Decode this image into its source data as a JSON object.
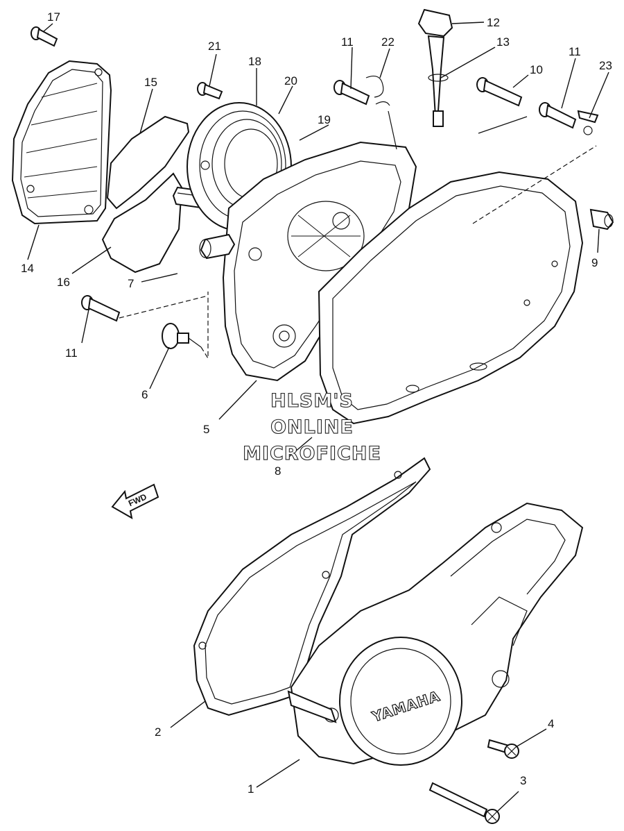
{
  "callouts": [
    {
      "id": "c1",
      "text": "1"
    },
    {
      "id": "c2",
      "text": "2"
    },
    {
      "id": "c3",
      "text": "3"
    },
    {
      "id": "c4",
      "text": "4"
    },
    {
      "id": "c5",
      "text": "5"
    },
    {
      "id": "c6",
      "text": "6"
    },
    {
      "id": "c7",
      "text": "7"
    },
    {
      "id": "c8",
      "text": "8"
    },
    {
      "id": "c9",
      "text": "9"
    },
    {
      "id": "c10",
      "text": "10"
    },
    {
      "id": "c11a",
      "text": "11"
    },
    {
      "id": "c11b",
      "text": "11"
    },
    {
      "id": "c11c",
      "text": "11"
    },
    {
      "id": "c12",
      "text": "12"
    },
    {
      "id": "c13",
      "text": "13"
    },
    {
      "id": "c14",
      "text": "14"
    },
    {
      "id": "c15",
      "text": "15"
    },
    {
      "id": "c16",
      "text": "16"
    },
    {
      "id": "c17",
      "text": "17"
    },
    {
      "id": "c18",
      "text": "18"
    },
    {
      "id": "c19",
      "text": "19"
    },
    {
      "id": "c20",
      "text": "20"
    },
    {
      "id": "c21",
      "text": "21"
    },
    {
      "id": "c22",
      "text": "22"
    },
    {
      "id": "c23",
      "text": "23"
    }
  ],
  "watermark": {
    "line1": "HLSM'S",
    "line2": "ONLINE",
    "line3": "MICROFICHE"
  },
  "fwd_label": "FWD",
  "cover_logo": "YAMAHA"
}
